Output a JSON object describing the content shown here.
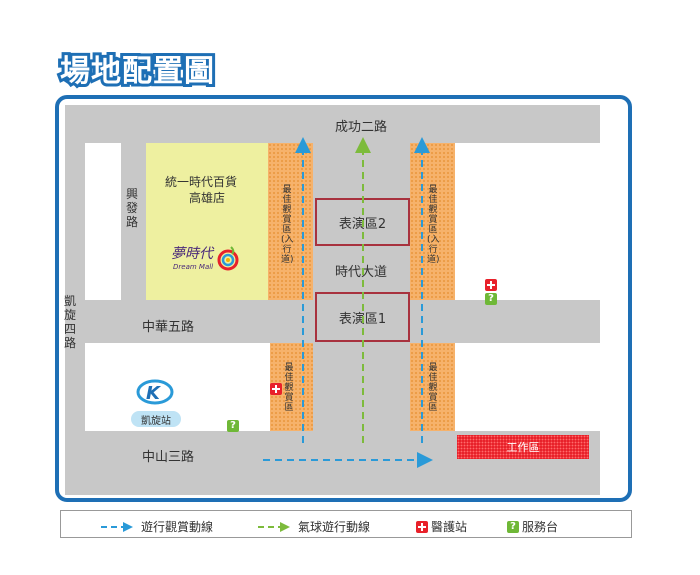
{
  "title": "場地配置圖",
  "roads": {
    "top": "成功二路",
    "avenue": "時代大道",
    "middle": "中華五路",
    "bottom": "中山三路",
    "left_vertical": "凱旋四路",
    "inner_vertical": "興發路"
  },
  "viewing_zone_label": "最佳觀賞區(入行道)",
  "viewing_zone_label_short": "最佳觀賞區",
  "mall": {
    "name_line1": "統一時代百貨",
    "name_line2": "高雄店",
    "logo_text": "夢時代",
    "logo_sub": "Dream Mall"
  },
  "performance_zones": [
    "表演區2",
    "表演區1"
  ],
  "station": "凱旋站",
  "work_area": "工作區",
  "legend": {
    "parade": "遊行觀賞動線",
    "balloon": "氣球遊行動線",
    "medical": "醫護站",
    "service": "服務台"
  },
  "colors": {
    "blue_route": "#2a9ad8",
    "green_route": "#7dbb3c",
    "frame": "#1e6fb5",
    "medical": "#e8212a",
    "service": "#6fb837"
  }
}
